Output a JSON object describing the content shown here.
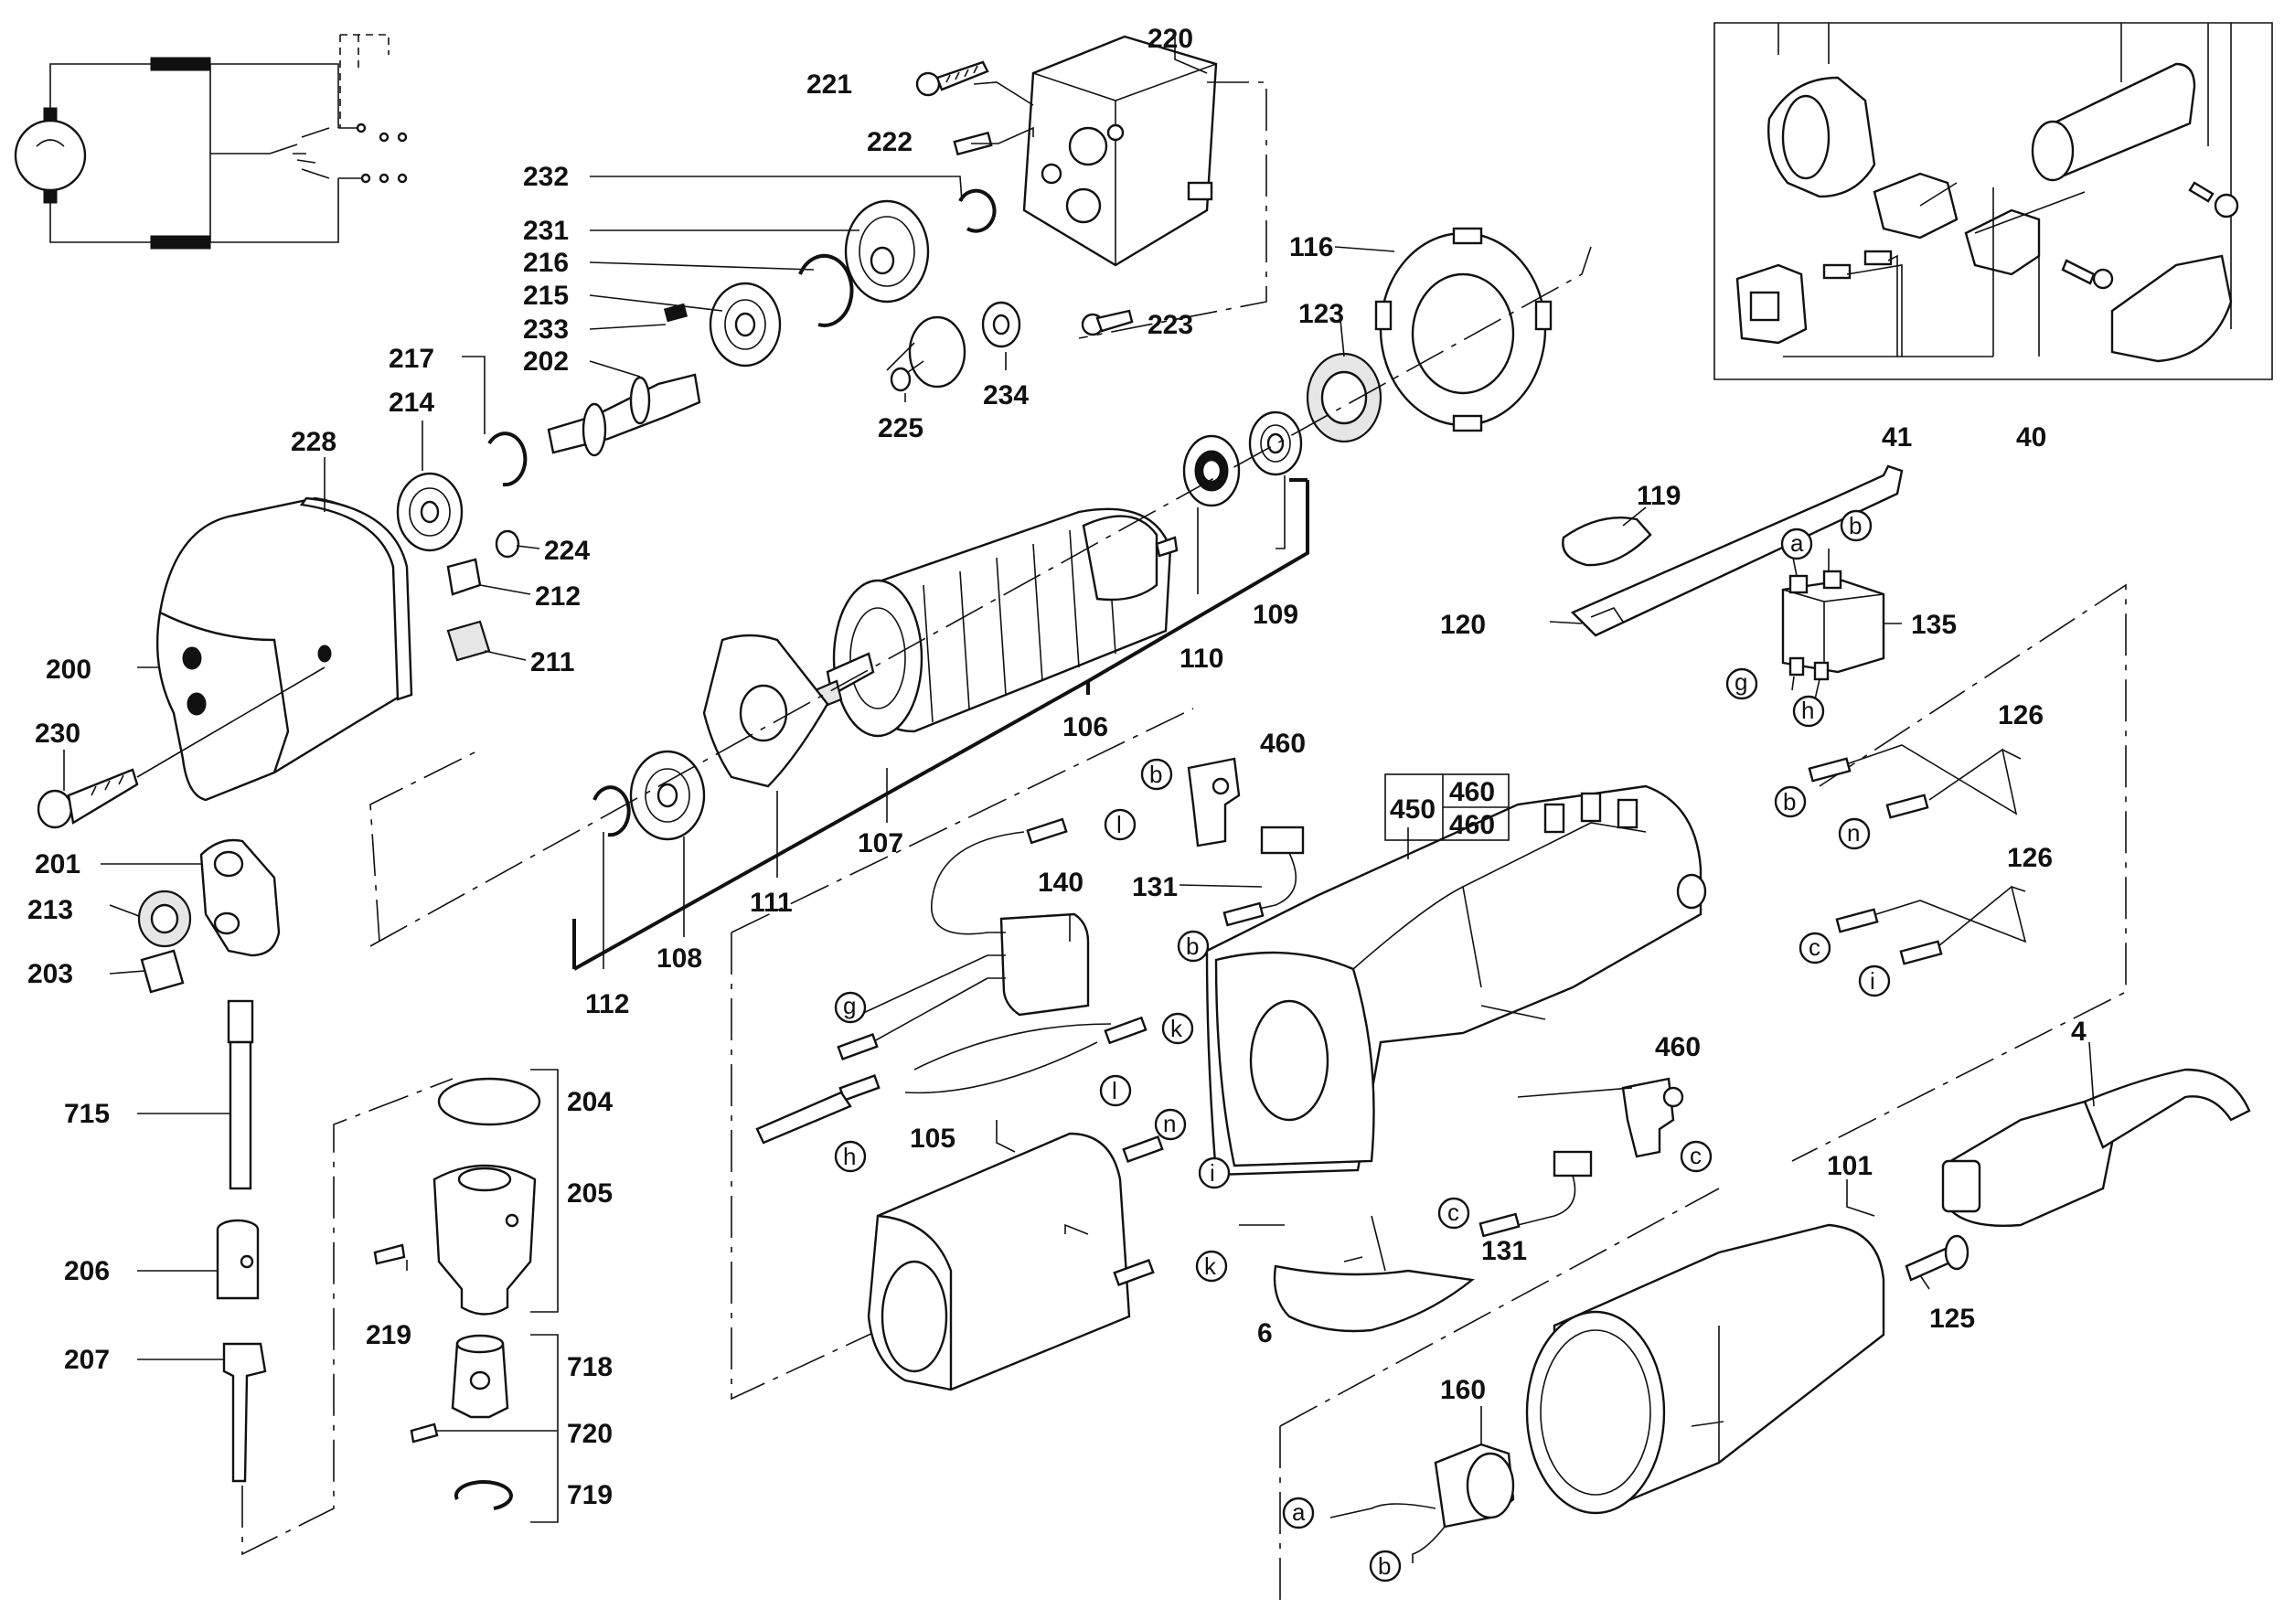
{
  "labels": {
    "l220": "220",
    "l221": "221",
    "l222": "222",
    "l232": "232",
    "l231": "231",
    "l216": "216",
    "l215": "215",
    "l233": "233",
    "l202": "202",
    "l217": "217",
    "l214": "214",
    "l228": "228",
    "l224": "224",
    "l212": "212",
    "l200": "200",
    "l211": "211",
    "l230": "230",
    "l201": "201",
    "l213": "213",
    "l203": "203",
    "l715": "715",
    "l206": "206",
    "l207": "207",
    "l204": "204",
    "l205": "205",
    "l219": "219",
    "l718": "718",
    "l720": "720",
    "l719": "719",
    "l223": "223",
    "l234": "234",
    "l225": "225",
    "l116": "116",
    "l123": "123",
    "l110": "110",
    "l109": "109",
    "l106": "106",
    "l107": "107",
    "l111": "111",
    "l108": "108",
    "l112": "112",
    "l140": "140",
    "l105": "105",
    "l460a": "460",
    "l131a": "131",
    "l450": "450",
    "l460b": "460",
    "l460c": "460",
    "l460d": "460",
    "l131b": "131",
    "l6": "6",
    "l101": "101",
    "l125": "125",
    "l160": "160",
    "l4": "4",
    "l119": "119",
    "l120": "120",
    "l135": "135",
    "l126a": "126",
    "l126b": "126",
    "l41": "41",
    "l40": "40"
  },
  "letters": {
    "a1": "a",
    "b1": "b",
    "g1": "g",
    "h1": "h",
    "b2": "b",
    "n1": "n",
    "c1": "c",
    "i1": "i",
    "b3": "b",
    "b4": "b",
    "l1": "l",
    "g2": "g",
    "k1": "k",
    "h2": "h",
    "l2": "l",
    "n2": "n",
    "i2": "i",
    "k2": "k",
    "c2": "c",
    "c3": "c",
    "a2": "a",
    "b5": "b"
  }
}
